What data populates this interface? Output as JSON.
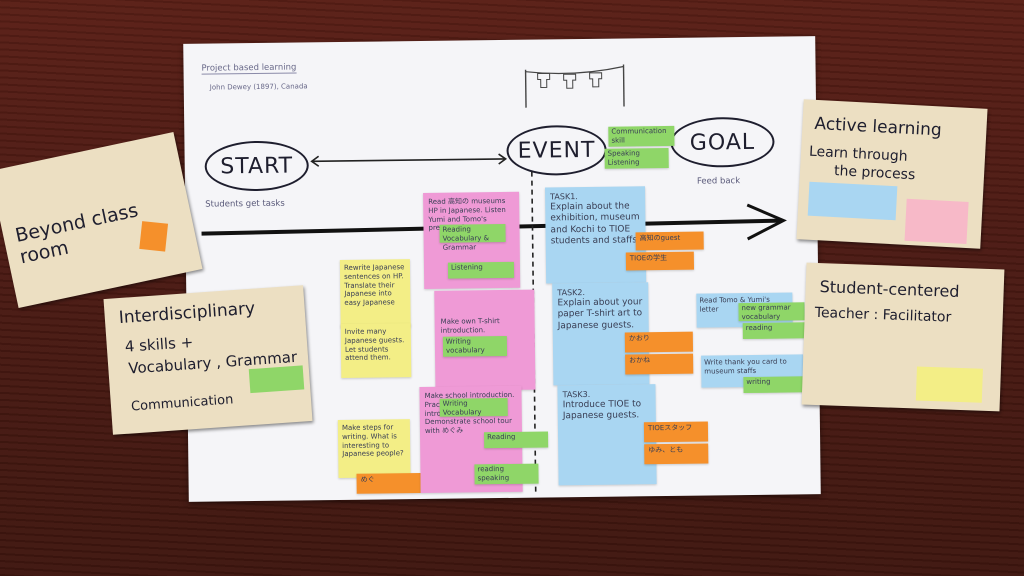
{
  "poster": {
    "header_title": "Project based learning",
    "header_author": "John Dewey (1897), Canada",
    "start_label": "START",
    "event_label": "EVENT",
    "goal_label": "GOAL",
    "start_caption": "Students get tasks",
    "goal_caption": "Feed back",
    "event_notes": [
      "Communication skill",
      "Speaking Listening"
    ],
    "yellow_notes": [
      "Rewrite Japanese sentences on HP. Translate their Japanese into easy Japanese",
      "Invite many Japanese guests. Let students attend them.",
      "Make steps for writing. What is interesting to Japanese people?",
      "めぐ"
    ],
    "pink_notes": [
      {
        "text": "Read 高知の museums HP in Japanese. Listen Yumi and Tomo's presentation",
        "tag1": "Reading Vocabulary & Grammar",
        "tag2": "Listening"
      },
      {
        "text": "Make own T-shirt introduction.",
        "tag1": "Writing vocabulary"
      },
      {
        "text": "Make school introduction. Practice reading the introduction. Demonstrate school tour with めぐみ",
        "tag1": "Writing Vocabulary",
        "tag2": "Reading",
        "tag3": "reading speaking"
      }
    ],
    "tasks": [
      {
        "title": "TASK1.",
        "text": "Explain about the exhibition, museum and Kochi to TIOE students and staffs.",
        "tag1": "高知のguest",
        "tag2": "TIOEの学生"
      },
      {
        "title": "TASK2.",
        "text": "Explain about your paper T-shirt art to Japanese guests.",
        "tag1": "かおり",
        "tag2": "おかね"
      },
      {
        "title": "TASK3.",
        "text": "Introduce TIOE to Japanese guests.",
        "tag1": "TIOEスタッフ",
        "tag2": "ゆみ、とも"
      }
    ],
    "right_notes": [
      "Read Tomo & Yumi's letter",
      "new grammar vocabulary",
      "reading",
      "Write thank you card to museum staffs",
      "writing"
    ]
  },
  "cards": {
    "beyond_classroom": "Beyond class room",
    "interdisciplinary": [
      "Interdisciplinary",
      "4 skills +",
      "Vocabulary , Grammar",
      "Communication"
    ],
    "active_learning": [
      "Active learning",
      "Learn through",
      "the process"
    ],
    "student_centered": [
      "Student-centered",
      "Teacher : Facilitator"
    ]
  }
}
